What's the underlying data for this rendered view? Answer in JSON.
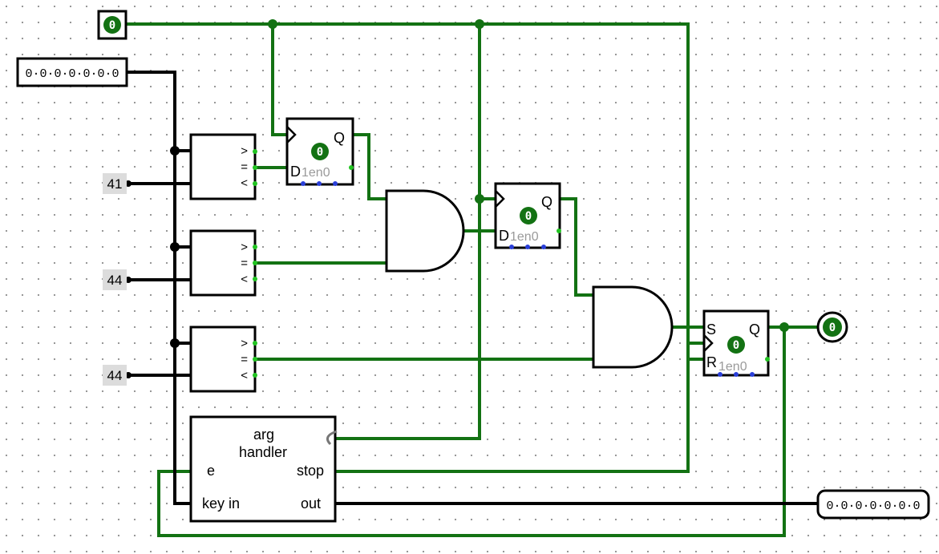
{
  "clock_input": {
    "value": "0"
  },
  "bus_input": {
    "value": "0·0·0·0·0·0·0"
  },
  "bus_output": {
    "value": "0·0·0·0·0·0·0"
  },
  "output_led": {
    "value": "0"
  },
  "constants": [
    {
      "value": "41"
    },
    {
      "value": "44"
    },
    {
      "value": "44"
    }
  ],
  "comparators": [
    {
      "gt": ">",
      "eq": "=",
      "lt": "<"
    },
    {
      "gt": ">",
      "eq": "=",
      "lt": "<"
    },
    {
      "gt": ">",
      "eq": "=",
      "lt": "<"
    }
  ],
  "flipflop_d1": {
    "state": "0",
    "q": "Q",
    "d": "D",
    "en": "1en0"
  },
  "flipflop_d2": {
    "state": "0",
    "q": "Q",
    "d": "D",
    "en": "1en0"
  },
  "flipflop_sr": {
    "state": "0",
    "q": "Q",
    "s": "S",
    "r": "R",
    "en": "1en0"
  },
  "arg_handler": {
    "title_line1": "arg",
    "title_line2": "handler",
    "port_e": "e",
    "port_stop": "stop",
    "port_keyin": "key in",
    "port_out": "out"
  },
  "colors": {
    "wire_on": "#137213",
    "bus": "#000000",
    "pin_on": "#22c422",
    "pin_blue": "#2a3fd9"
  }
}
